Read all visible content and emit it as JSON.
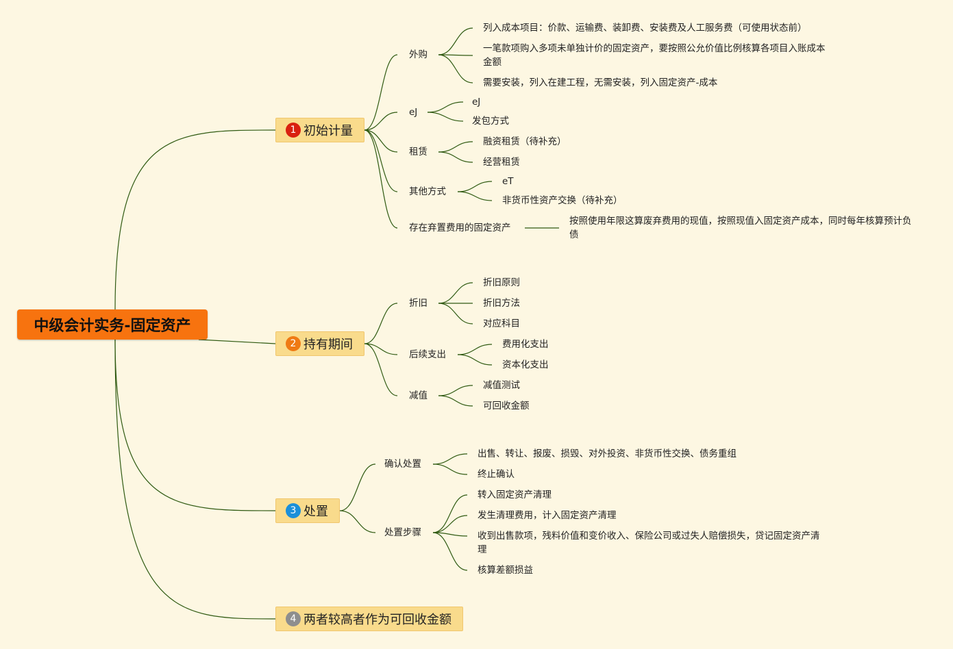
{
  "root": {
    "label": "中级会计实务-固定资产"
  },
  "branches": [
    {
      "number": "1",
      "label": "初始计量",
      "children": [
        {
          "label": "外购",
          "children": [
            "列入成本项目：价款、运输费、装卸费、安装费及人工服务费（可使用状态前）",
            "一笔款项购入多项未单独计价的固定资产，要按照公允价值比例核算各项目入账成本金额",
            "需要安装，列入在建工程，无需安装，列入固定资产-成本"
          ]
        },
        {
          "label": "eJ",
          "children": [
            "eJ",
            "发包方式"
          ]
        },
        {
          "label": "租赁",
          "children": [
            "融资租赁（待补充）",
            "经营租赁"
          ]
        },
        {
          "label": "其他方式",
          "children": [
            "eT",
            "非货币性资产交换（待补充）"
          ]
        },
        {
          "label": "存在弃置费用的固定资产",
          "children": [
            "按照使用年限这算废弃费用的现值，按照现值入固定资产成本，同时每年核算预计负债"
          ]
        }
      ]
    },
    {
      "number": "2",
      "label": "持有期间",
      "children": [
        {
          "label": "折旧",
          "children": [
            "折旧原则",
            "折旧方法",
            "对应科目"
          ]
        },
        {
          "label": "后续支出",
          "children": [
            "费用化支出",
            "资本化支出"
          ]
        },
        {
          "label": "减值",
          "children": [
            "减值测试",
            "可回收金额"
          ]
        }
      ]
    },
    {
      "number": "3",
      "label": "处置",
      "children": [
        {
          "label": "确认处置",
          "children": [
            "出售、转让、报废、损毁、对外投资、非货币性交换、债务重组",
            "终止确认"
          ]
        },
        {
          "label": "处置步骤",
          "children": [
            "转入固定资产清理",
            "发生清理费用，计入固定资产清理",
            "收到出售款项，残料价值和变价收入、保险公司或过失人赔偿损失，贷记固定资产清理",
            "核算差额损益"
          ]
        }
      ]
    },
    {
      "number": "4",
      "label": "两者较高者作为可回收金额",
      "children": []
    }
  ]
}
